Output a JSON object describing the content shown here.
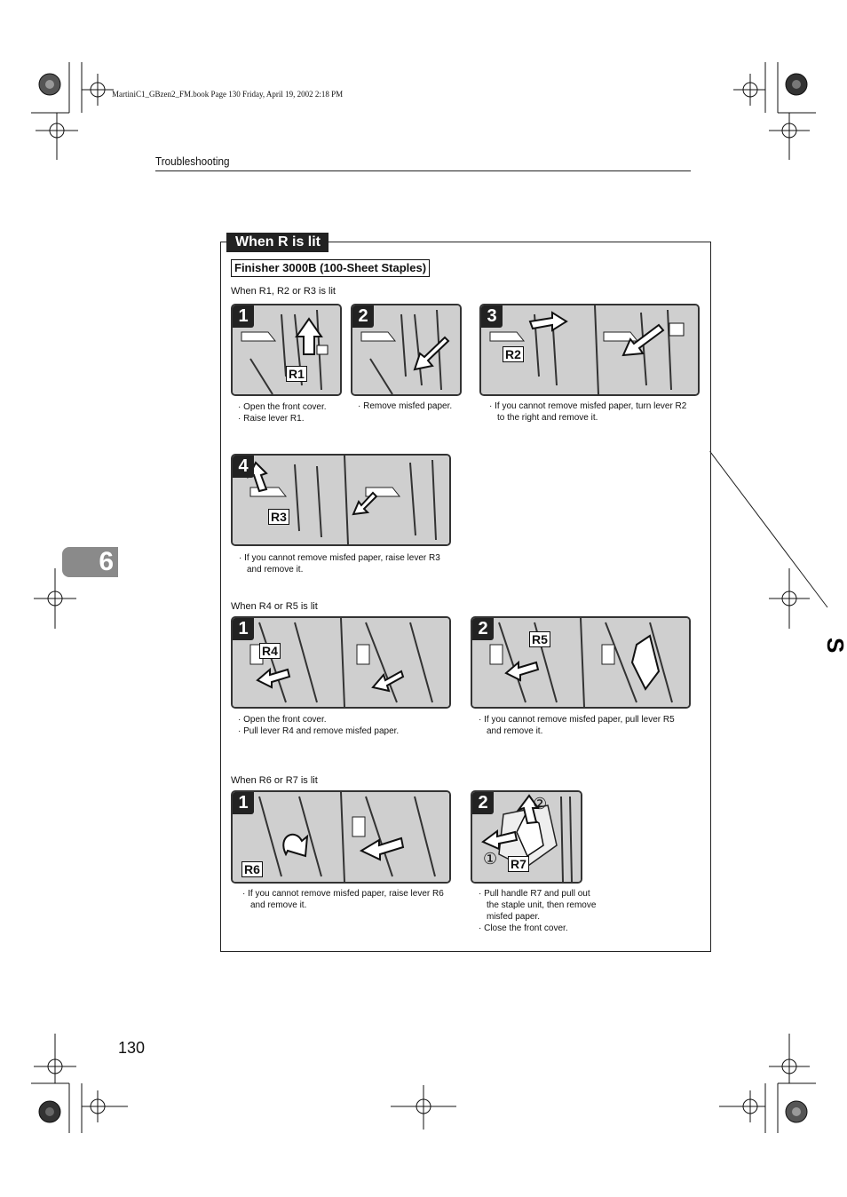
{
  "print_meta": "MartiniC1_GBzen2_FM.book  Page 130  Friday, April 19, 2002  2:18 PM",
  "running_head": "Troubleshooting",
  "section_title": "When R is lit",
  "subsection_title": "Finisher 3000B (100-Sheet Staples)",
  "chapter_tab": "6",
  "page_number": "130",
  "groups": [
    {
      "heading": "When R1, R2 or R3 is lit",
      "steps": [
        {
          "num": "1",
          "label": "R1",
          "notes": [
            "· Open the front cover.",
            "· Raise lever R1."
          ]
        },
        {
          "num": "2",
          "label": "",
          "notes": [
            "· Remove misfed paper."
          ]
        },
        {
          "num": "3",
          "label": "R2",
          "notes": [
            "· If you cannot remove misfed paper, turn lever R2 to the right and remove it."
          ]
        },
        {
          "num": "4",
          "label": "R3",
          "notes": [
            "· If you cannot remove misfed paper, raise lever R3 and remove it."
          ]
        }
      ]
    },
    {
      "heading": "When R4 or R5 is lit",
      "steps": [
        {
          "num": "1",
          "label": "R4",
          "notes": [
            "· Open the front cover.",
            "· Pull lever R4 and remove misfed paper."
          ]
        },
        {
          "num": "2",
          "label": "R5",
          "notes": [
            "· If you cannot remove misfed paper,  pull lever R5 and remove it."
          ]
        }
      ]
    },
    {
      "heading": "When R6 or R7 is lit",
      "steps": [
        {
          "num": "1",
          "label": "R6",
          "notes": [
            "· If you cannot remove misfed paper, raise lever R6 and remove it."
          ]
        },
        {
          "num": "2",
          "label": "R7",
          "callouts": [
            "②",
            "①"
          ],
          "notes": [
            "· Pull handle R7 and pull out the staple unit, then remove misfed paper.",
            "· Close the front cover."
          ]
        }
      ]
    }
  ]
}
